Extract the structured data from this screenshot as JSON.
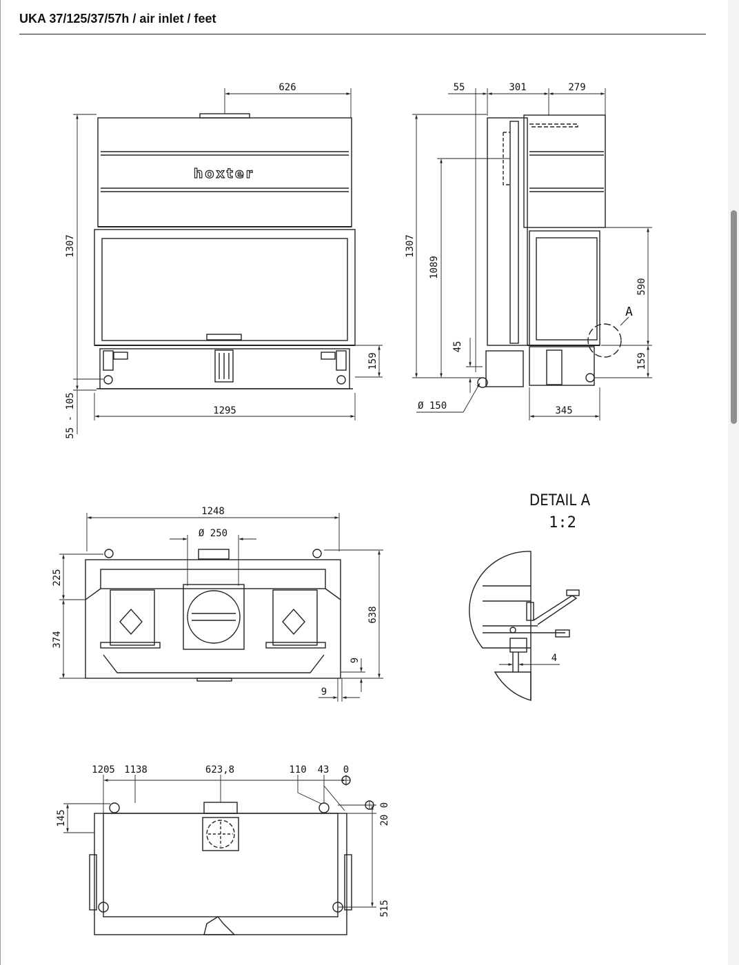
{
  "title": "UKA 37/125/37/57h / air inlet / feet",
  "brand": "hoxter",
  "front_view": {
    "w_top": "626",
    "h_total": "1307",
    "h_base": "159",
    "feet": "55 - 105",
    "w_total": "1295"
  },
  "side_view": {
    "d1": "55",
    "d2": "301",
    "d3": "279",
    "h_total": "1307",
    "h_outlet": "1089",
    "h_glass": "590",
    "h_foot": "45",
    "h_base": "159",
    "inlet": "Ø 150",
    "d_base": "345",
    "detail_label": "A"
  },
  "top_view": {
    "w": "1248",
    "outlet": "Ø 250",
    "d1": "225",
    "d2": "374",
    "d_total": "638",
    "off1": "9",
    "off2": "9"
  },
  "detail": {
    "title": "DETAIL A",
    "scale": "1:2",
    "gap": "4"
  },
  "feet_view": {
    "x1": "1205",
    "x2": "1138",
    "x3": "623,8",
    "x4": "110",
    "x5": "43",
    "x6": "0",
    "y0": "0",
    "y1": "20",
    "y2": "145",
    "y3": "515"
  },
  "colors": {
    "line": "#222222",
    "thin": "#444444",
    "scrollbar": "#8f8f8f"
  }
}
